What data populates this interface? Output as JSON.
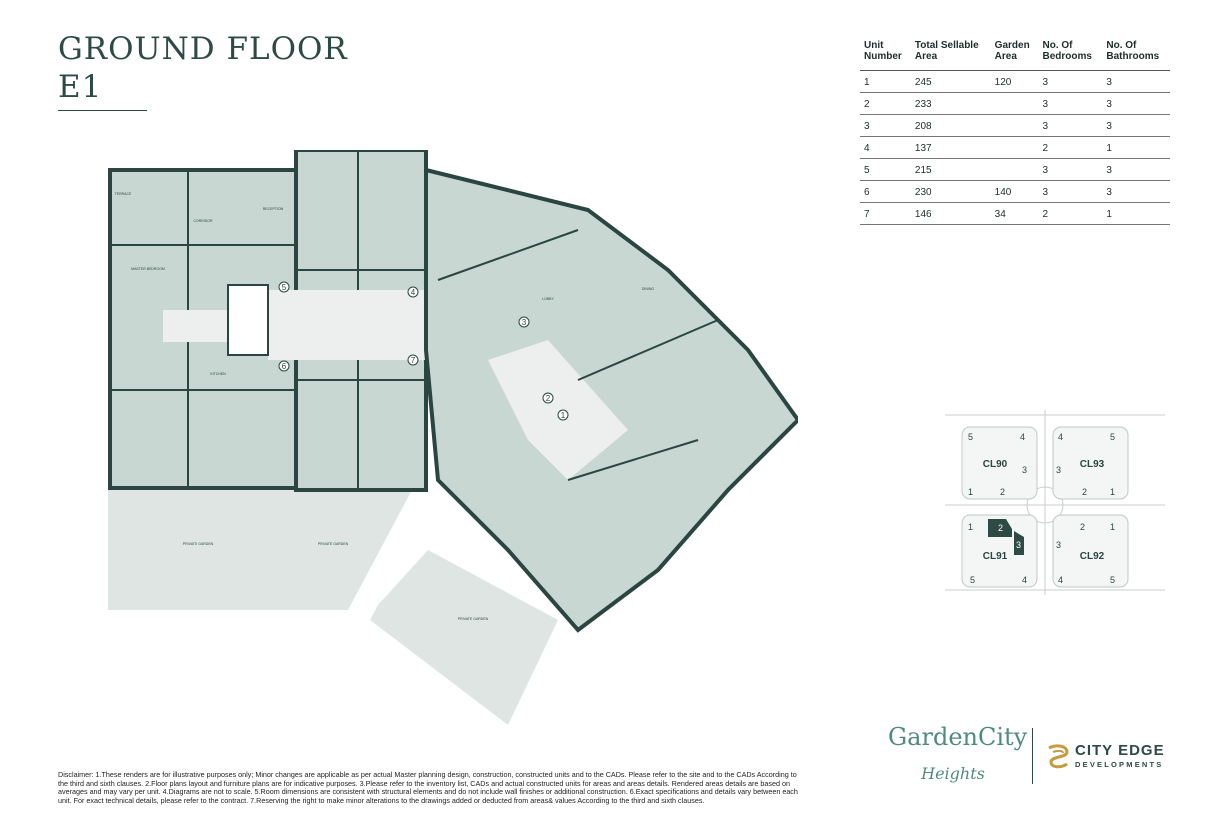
{
  "title": {
    "line1": "GROUND FLOOR",
    "line2": "E1"
  },
  "unit_table": {
    "headers": [
      [
        "Unit",
        "Number"
      ],
      [
        "Total Sellable",
        "Area"
      ],
      [
        "Garden",
        "Area"
      ],
      [
        "No. Of",
        "Bedrooms"
      ],
      [
        "No. Of",
        "Bathrooms"
      ]
    ],
    "rows": [
      [
        "1",
        "245",
        "120",
        "3",
        "3"
      ],
      [
        "2",
        "233",
        "",
        "3",
        "3"
      ],
      [
        "3",
        "208",
        "",
        "3",
        "3"
      ],
      [
        "4",
        "137",
        "",
        "2",
        "1"
      ],
      [
        "5",
        "215",
        "",
        "3",
        "3"
      ],
      [
        "6",
        "230",
        "140",
        "3",
        "3"
      ],
      [
        "7",
        "146",
        "34",
        "2",
        "1"
      ]
    ]
  },
  "plan": {
    "unit_markers": [
      "1",
      "2",
      "3",
      "4",
      "5",
      "6",
      "7"
    ],
    "room_labels": {
      "private_garden": "PRIVATE GARDEN",
      "terrace": "TERRACE",
      "reception": "RECEPTION",
      "corridor": "CORRIDOR",
      "kitchen": "KITCHEN",
      "lobby": "LOBBY",
      "master_bedroom": "MASTER BEDROOM",
      "dining": "DINING"
    },
    "colors": {
      "wall": "#2b4640",
      "room": "#c9d7d3",
      "garden": "#dfe5e2",
      "core": "#ecefee"
    }
  },
  "keymap": {
    "clusters": [
      {
        "name": "CL90",
        "units": [
          "5",
          "4",
          "3",
          "1",
          "2"
        ]
      },
      {
        "name": "CL93",
        "units": [
          "4",
          "5",
          "3",
          "2",
          "1"
        ]
      },
      {
        "name": "CL91",
        "units": [
          "1",
          "2",
          "3",
          "5",
          "4"
        ]
      },
      {
        "name": "CL92",
        "units": [
          "2",
          "1",
          "3",
          "4",
          "5"
        ]
      }
    ],
    "highlight_color": "#2e4a45"
  },
  "disclaimer": "Disclaimer: 1.These renders are for illustrative purposes only; Minor changes are applicable as per actual Master planning design, construction, constructed units and to the CADs. Please refer to the site and to the CADs According to the third and sixth clauses. 2.Floor plans layout and furniture plans are for indicative purposes. 3.Please refer to the inventory list, CADs and actual constructed units for areas and areas details. Rendered areas details are based on averages and may vary per unit. 4.Diagrams are not to scale. 5.Room dimensions are consistent with structural elements and do not include wall finishes or additional construction. 6.Exact specifications and details vary between each unit. For exact technical details, please refer to the contract. 7.Reserving the right to make minor alterations to the drawings added or deducted from areas& values According to the third and sixth clauses.",
  "brand": {
    "garden_city": "GardenCity",
    "heights": "Heights",
    "city_edge": "CITY EDGE",
    "developments": "DEVELOPMENTS"
  }
}
